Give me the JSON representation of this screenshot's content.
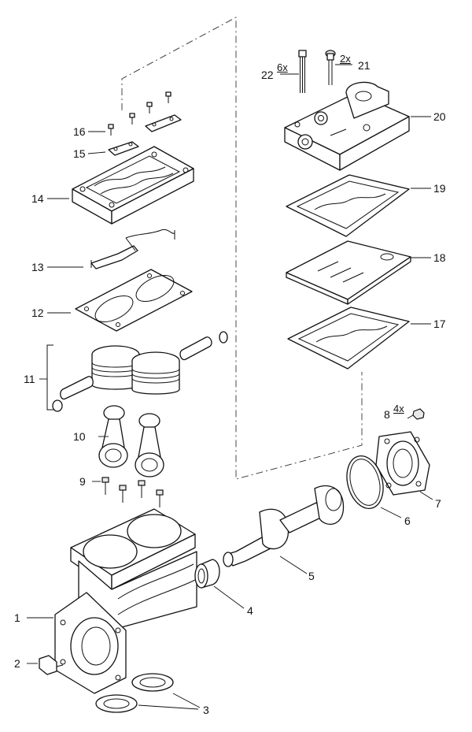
{
  "diagram": {
    "callouts": [
      {
        "id": "1",
        "label": "1"
      },
      {
        "id": "2",
        "label": "2"
      },
      {
        "id": "3",
        "label": "3"
      },
      {
        "id": "4",
        "label": "4"
      },
      {
        "id": "5",
        "label": "5"
      },
      {
        "id": "6",
        "label": "6"
      },
      {
        "id": "7",
        "label": "7"
      },
      {
        "id": "8",
        "label": "8",
        "qty": "4x"
      },
      {
        "id": "9",
        "label": "9"
      },
      {
        "id": "10",
        "label": "10"
      },
      {
        "id": "11",
        "label": "11"
      },
      {
        "id": "12",
        "label": "12"
      },
      {
        "id": "13",
        "label": "13"
      },
      {
        "id": "14",
        "label": "14"
      },
      {
        "id": "15",
        "label": "15"
      },
      {
        "id": "16",
        "label": "16"
      },
      {
        "id": "17",
        "label": "17"
      },
      {
        "id": "18",
        "label": "18"
      },
      {
        "id": "19",
        "label": "19"
      },
      {
        "id": "20",
        "label": "20"
      },
      {
        "id": "21",
        "label": "21",
        "qty": "2x"
      },
      {
        "id": "22",
        "label": "22",
        "qty": "6x"
      }
    ]
  }
}
